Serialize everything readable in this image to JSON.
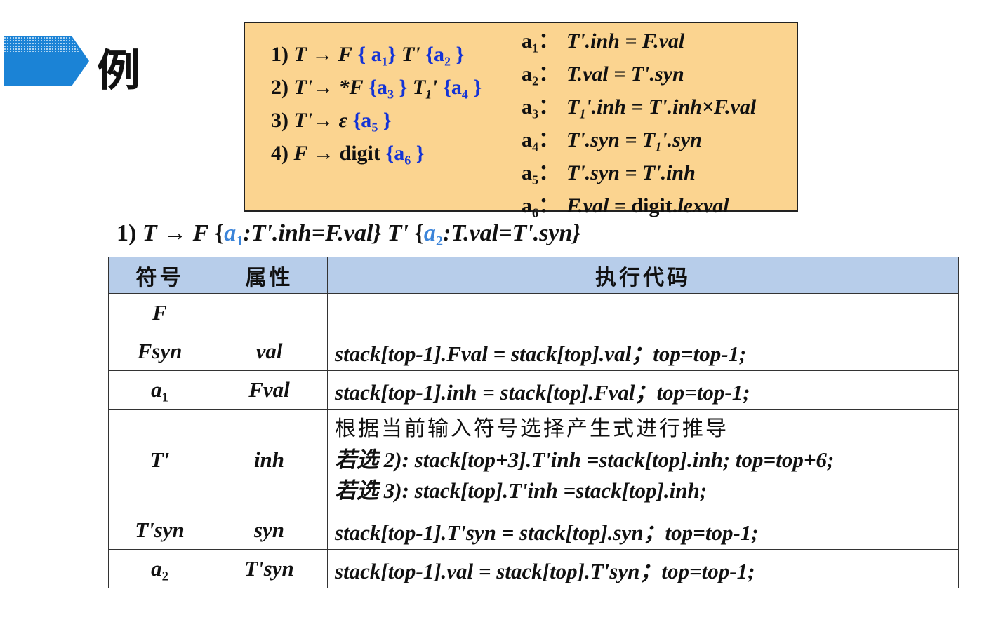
{
  "heading": "例",
  "grammar": {
    "productions": [
      {
        "num": "1)",
        "lhs": "T",
        "arrow": "→",
        "parts": [
          "F",
          "{",
          "a",
          "1",
          "}",
          "T'",
          "{a",
          "2",
          "}"
        ]
      },
      {
        "num": "2)",
        "lhs": "T'",
        "arrow": "→",
        "parts": [
          "*F",
          "{a",
          "3",
          "}",
          "T",
          "1",
          "'",
          "{a",
          "4",
          "}"
        ]
      },
      {
        "num": "3)",
        "lhs": "T'",
        "arrow": "→",
        "parts": [
          "ε",
          "{a",
          "5",
          "}"
        ]
      },
      {
        "num": "4)",
        "lhs": "F",
        "arrow": "→",
        "parts": [
          "digit",
          "{a",
          "6",
          "}"
        ]
      }
    ],
    "actions": [
      {
        "label": "a",
        "idx": "1",
        "sep": "：",
        "code": "T'.inh = F.val"
      },
      {
        "label": "a",
        "idx": "2",
        "sep": "：",
        "code": "T.val = T'.syn"
      },
      {
        "label": "a",
        "idx": "3",
        "sep": "：",
        "code_a": "T",
        "code_sub": "1",
        "code_b": "'.inh = T'.inh×F.val"
      },
      {
        "label": "a",
        "idx": "4",
        "sep": "：",
        "code_a": "T'.syn = T",
        "code_sub": "1",
        "code_b": "'.syn"
      },
      {
        "label": "a",
        "idx": "5",
        "sep": "：",
        "code": "T'.syn = T'.inh"
      },
      {
        "label": "a",
        "idx": "6",
        "sep": "：",
        "code_a": "F.val = ",
        "code_b": "digit.",
        "code_c": "lexval"
      }
    ]
  },
  "rule_line": {
    "num": "1)",
    "lhs": "T",
    "arrow": "→",
    "f": "F",
    "open1": "{",
    "a1": "a",
    "a1_idx": "1",
    "a1_code": ":T'.inh=F.val}",
    "tprime": "T'",
    "open2": "{",
    "a2": "a",
    "a2_idx": "2",
    "a2_code": ":T.val=T'.syn}"
  },
  "table": {
    "headers": [
      "符号",
      "属性",
      "执行代码"
    ],
    "rows": [
      {
        "symbol": "F",
        "attr": "",
        "code": ""
      },
      {
        "symbol": "Fsyn",
        "attr": "val",
        "code": "stack[top-1].Fval = stack[top].val；top=top-1;"
      },
      {
        "symbol": "a",
        "symbol_idx": "1",
        "attr": "Fval",
        "code": "stack[top-1].inh = stack[top].Fval；top=top-1;"
      },
      {
        "symbol": "T'",
        "attr": "inh",
        "code_lines": [
          "根据当前输入符号选择产生式进行推导",
          "若选 2): stack[top+3].T'inh =stack[top].inh; top=top+6;",
          "若选 3): stack[top].T'inh =stack[top].inh;"
        ]
      },
      {
        "symbol": "T'syn",
        "attr": "syn",
        "code": "stack[top-1].T'syn = stack[top].syn；top=top-1;"
      },
      {
        "symbol": "a",
        "symbol_idx": "2",
        "attr": "T'syn",
        "code": "stack[top-1].val = stack[top].T'syn；top=top-1;"
      }
    ]
  }
}
